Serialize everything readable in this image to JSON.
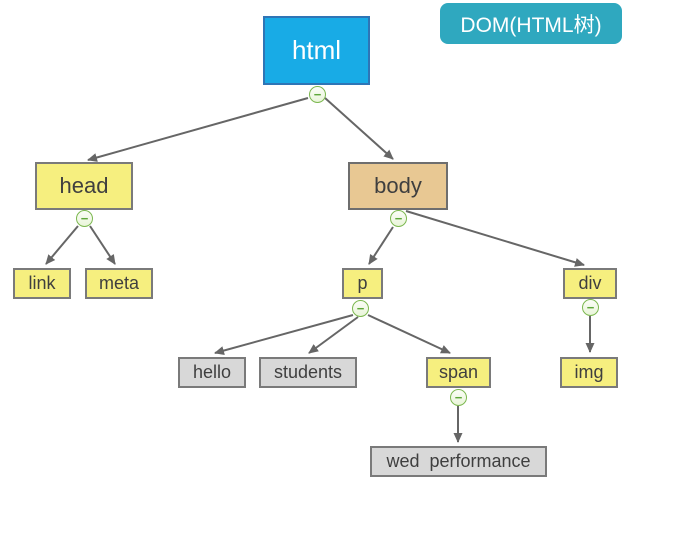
{
  "badge": {
    "label": "DOM(HTML树)"
  },
  "colors": {
    "root_fill": "#18abe6",
    "root_border": "#2e75b6",
    "root_text": "#ffffff",
    "element_fill": "#f6ef7f",
    "body_fill": "#e8c893",
    "text_node_fill": "#d8d8d8",
    "node_border": "#7a7a7a",
    "node_text": "#3f3f3f",
    "edge": "#666666",
    "collapse_border": "#7cb850",
    "badge_bg": "#2fa8bf",
    "badge_text": "#ffffff",
    "background": "#ffffff"
  },
  "nodes": [
    {
      "id": "html",
      "label": "html",
      "kind": "root"
    },
    {
      "id": "head",
      "label": "head",
      "kind": "element"
    },
    {
      "id": "body",
      "label": "body",
      "kind": "element"
    },
    {
      "id": "link",
      "label": "link",
      "kind": "element"
    },
    {
      "id": "meta",
      "label": "meta",
      "kind": "element"
    },
    {
      "id": "p",
      "label": "p",
      "kind": "element"
    },
    {
      "id": "div",
      "label": "div",
      "kind": "element"
    },
    {
      "id": "hello",
      "label": "hello",
      "kind": "text"
    },
    {
      "id": "students",
      "label": "students",
      "kind": "text"
    },
    {
      "id": "span",
      "label": "span",
      "kind": "element"
    },
    {
      "id": "img",
      "label": "img",
      "kind": "element"
    },
    {
      "id": "wed",
      "label": "wed  performance",
      "kind": "text"
    }
  ],
  "edges": [
    {
      "from": "html",
      "to": "head"
    },
    {
      "from": "html",
      "to": "body"
    },
    {
      "from": "head",
      "to": "link"
    },
    {
      "from": "head",
      "to": "meta"
    },
    {
      "from": "body",
      "to": "p"
    },
    {
      "from": "body",
      "to": "div"
    },
    {
      "from": "p",
      "to": "hello"
    },
    {
      "from": "p",
      "to": "students"
    },
    {
      "from": "p",
      "to": "span"
    },
    {
      "from": "div",
      "to": "img"
    },
    {
      "from": "span",
      "to": "wed"
    }
  ],
  "collapsible_nodes": [
    "html",
    "head",
    "body",
    "p",
    "div",
    "span"
  ],
  "collapse_glyph": "−"
}
